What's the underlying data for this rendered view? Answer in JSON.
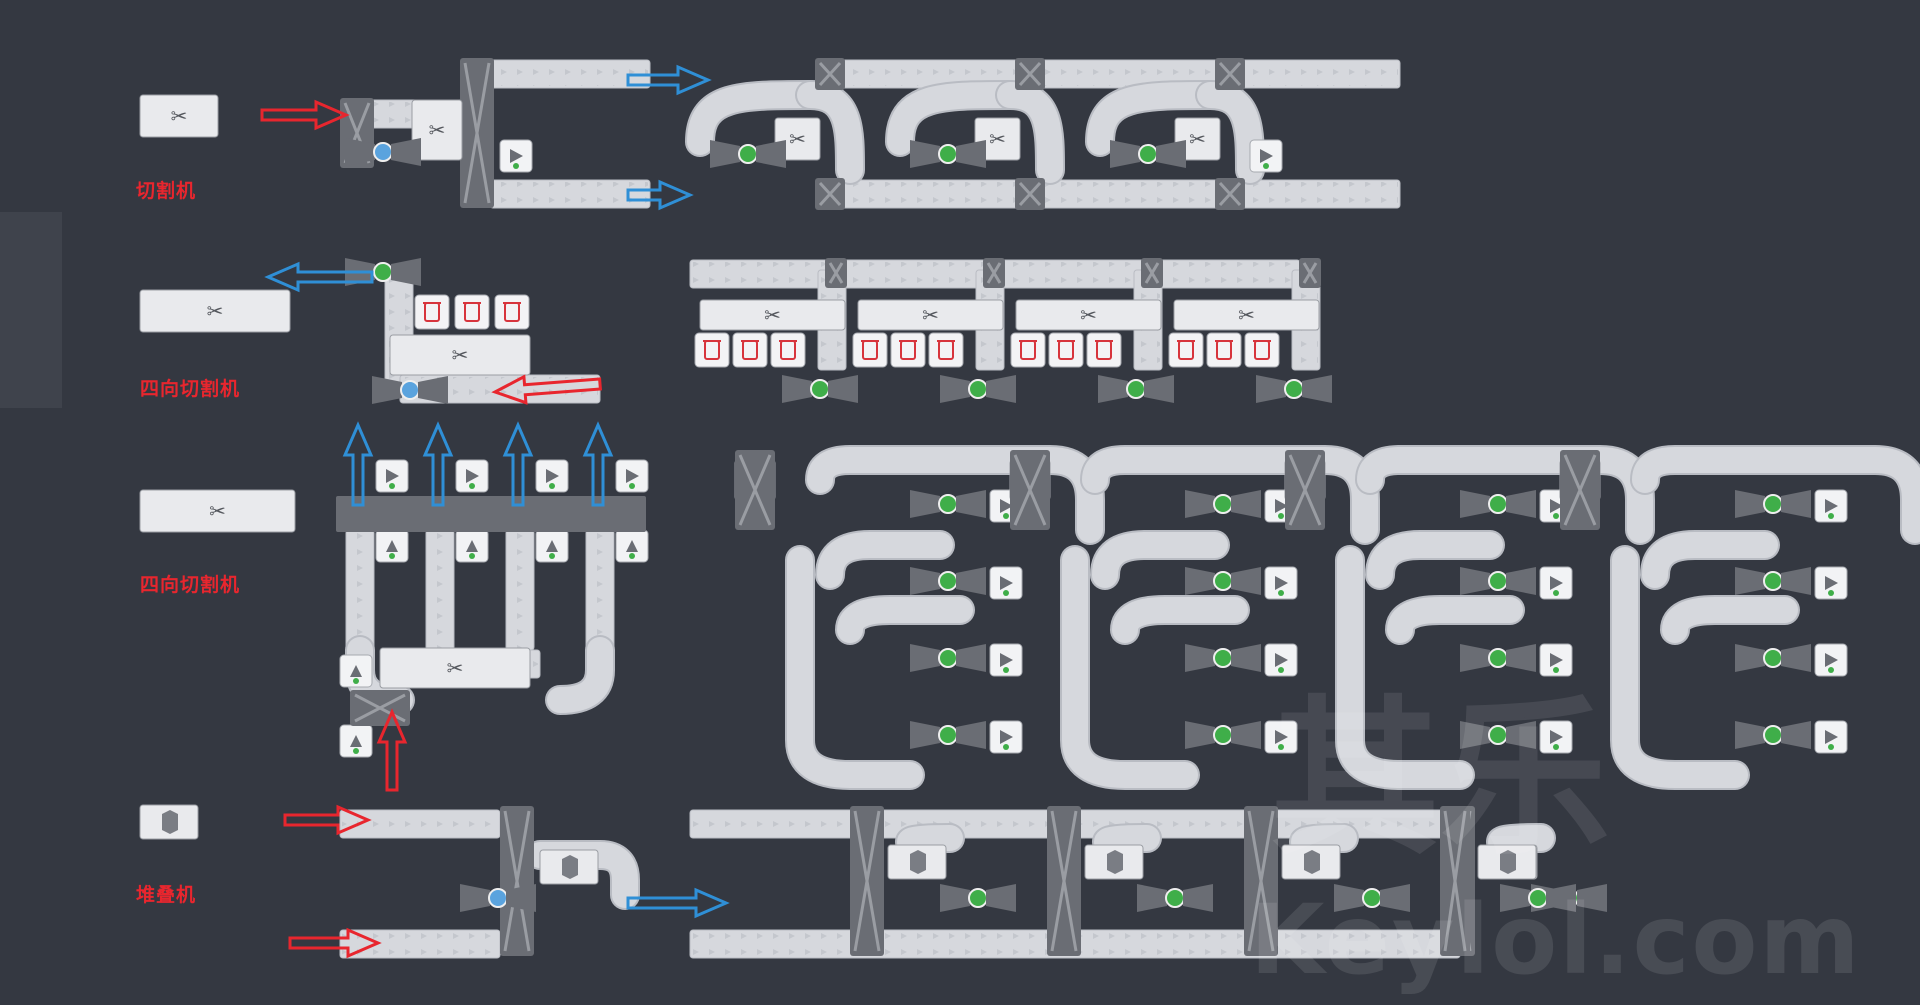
{
  "labels": {
    "cutter": "切割机",
    "quad_cutter_a": "四向切割机",
    "quad_cutter_b": "四向切割机",
    "stacker": "堆叠机"
  },
  "watermark": {
    "logo": "其乐",
    "site": "Keylol.com"
  },
  "colors": {
    "background": "#343841",
    "belt": "#d6d8dd",
    "belt_edge": "#b9bcc3",
    "machine_dark": "#6a6d74",
    "machine_light": "#e9eaed",
    "input_arrow": "#e8262e",
    "output_arrow": "#2f8fd6",
    "accent_green": "#3fae49",
    "trash_red": "#d7343c"
  },
  "icons": {
    "cutter": "scissors-icon",
    "quad_cutter": "quad-scissors-icon",
    "stacker": "hexagon-stack-icon",
    "trash": "trash-can-icon",
    "splitter": "splitter-node-icon",
    "tunnel": "tunnel-icon"
  }
}
